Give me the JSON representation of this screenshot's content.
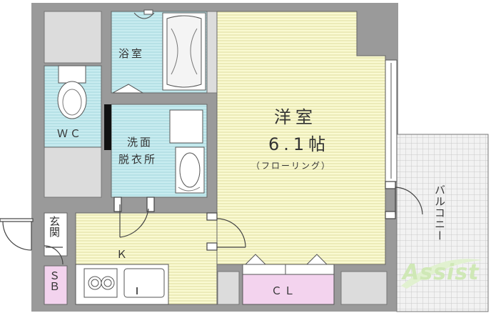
{
  "rooms": {
    "western_room": {
      "name": "洋室",
      "size": "6.1帖",
      "floor": "（フローリング）"
    },
    "bath": "浴室",
    "wc": "ＷＣ",
    "washroom_line1": "洗面",
    "washroom_line2": "脱衣所",
    "kitchen": "Ｋ",
    "entrance": "玄関",
    "shoe_box": "ＳＢ",
    "closet": "ＣＬ",
    "balcony": "バルコニー"
  },
  "logo": {
    "text": "Assist"
  },
  "colors": {
    "wall": "#9a9a9a",
    "outline": "#666666",
    "tatami_yellow": "#fafad2",
    "wet_area_cyan": "#c8ecf0",
    "closet_pink": "#f3d3ee",
    "balcony_grid": "#d0d0d0",
    "logo_green": "#cfe8b6"
  }
}
